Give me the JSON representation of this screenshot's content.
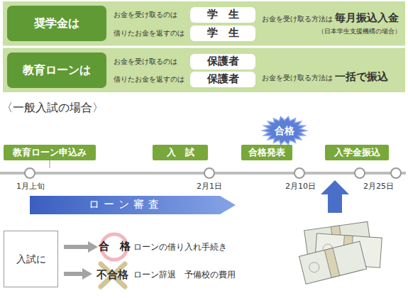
{
  "diagram": {
    "nodes": [
      {
        "text": [
          "奨学金は"
        ]
      },
      {
        "text": [
          "学　生"
        ]
      },
      {
        "text": [
          "学　生"
        ]
      },
      {
        "text": [
          "教育ローンは"
        ]
      },
      {
        "text": [
          "保護者"
        ]
      },
      {
        "text": [
          "保護者"
        ]
      },
      {
        "text": [
          "教育ローン申込み"
        ]
      },
      {
        "text": [
          "入　試"
        ]
      },
      {
        "text": [
          "合格"
        ]
      },
      {
        "text": [
          "合格発表"
        ]
      },
      {
        "text": [
          "入学金振込"
        ]
      },
      {
        "text": [
          "ローン審査"
        ]
      },
      {
        "text": [
          "入試に"
        ]
      },
      {
        "text": [
          "合　格"
        ]
      }
    ],
    "edges": [
      {
        "from": 12,
        "to": 13,
        "arrow": "to"
      }
    ],
    "labels": [
      "お金を受け取るのは",
      "借りたお金を返すのは",
      "お金を受け取る方法は",
      "毎月振込入金",
      "（日本学生支援機構の場合）",
      "お金を受け取るのは",
      "借りたお金を返すのは",
      "お金を受け取る方法は",
      "一括で振込",
      "〈一般入試の場合〉",
      "1月上旬",
      "2月1日",
      "2月10日",
      "2月25日",
      "ローンの借り入れ手続き",
      "不合格",
      "ローン辞退　予備校の費用"
    ]
  }
}
